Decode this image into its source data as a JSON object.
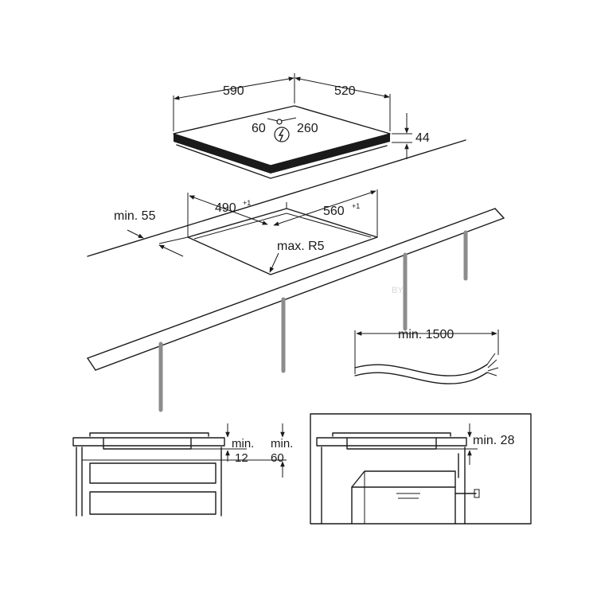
{
  "dimensions": {
    "width": "590",
    "depth": "520",
    "conn_a": "60",
    "conn_b": "260",
    "height": "44",
    "cutout_width": "490",
    "cutout_width_tol": "+1",
    "cutout_depth": "560",
    "cutout_depth_tol": "+1",
    "edge_min": "min. 55",
    "radius": "max. R5",
    "cable_min": "min. 1500",
    "gap_min_label": "min.",
    "gap_min_value": "12",
    "gap_min2_label": "min.",
    "gap_min2_value": "60",
    "oven_gap": "min. 28"
  },
  "icons": {
    "power": "lightning-icon",
    "watermark": "BY"
  },
  "colors": {
    "line": "#1a1a1a",
    "gray": "#8c8c8c",
    "background": "#ffffff"
  }
}
